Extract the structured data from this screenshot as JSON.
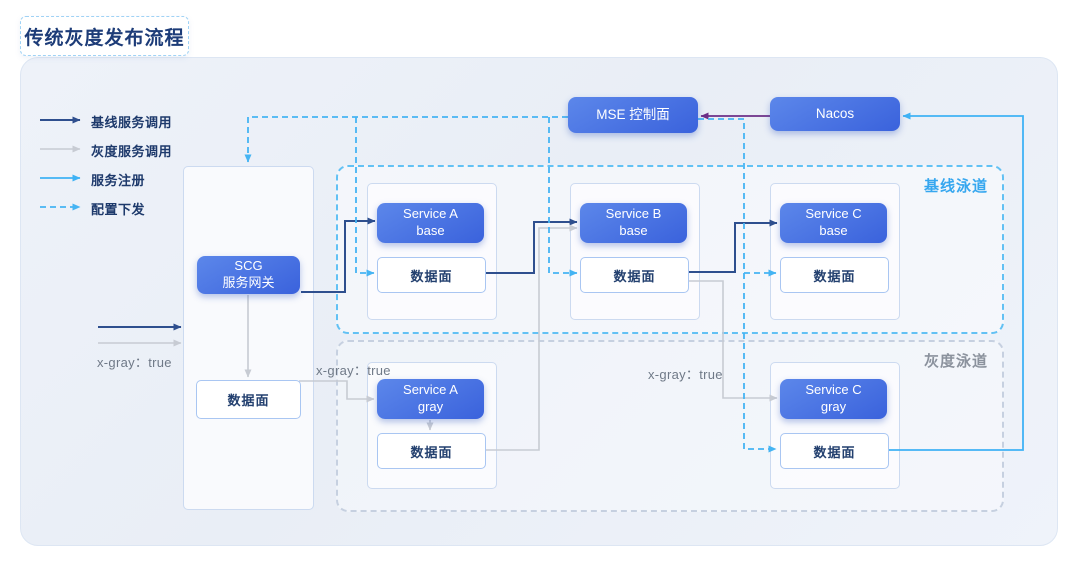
{
  "title": "传统灰度发布流程",
  "legend": {
    "items": [
      {
        "label": "基线服务调用",
        "type": "baseline-call"
      },
      {
        "label": "灰度服务调用",
        "type": "gray-call"
      },
      {
        "label": "服务注册",
        "type": "service-register"
      },
      {
        "label": "配置下发",
        "type": "config-push"
      }
    ]
  },
  "lanes": {
    "baseline": {
      "label": "基线泳道"
    },
    "gray": {
      "label": "灰度泳道"
    }
  },
  "nodes": {
    "mse": {
      "label": "MSE 控制面"
    },
    "nacos": {
      "label": "Nacos"
    },
    "scg": {
      "label": "SCG\n服务网关",
      "dataplane": "数据面"
    },
    "service_a_base": {
      "label": "Service A\nbase",
      "dataplane": "数据面"
    },
    "service_b_base": {
      "label": "Service B\nbase",
      "dataplane": "数据面"
    },
    "service_c_base": {
      "label": "Service C\nbase",
      "dataplane": "数据面"
    },
    "service_a_gray": {
      "label": "Service A\ngray",
      "dataplane": "数据面"
    },
    "service_c_gray": {
      "label": "Service C\ngray",
      "dataplane": "数据面"
    }
  },
  "annotations": {
    "xgray_gateway": "x-gray：true",
    "xgray_service_a": "x-gray：true",
    "xgray_service_c": "x-gray：true"
  },
  "colors": {
    "baseline_call": "#2e4f8e",
    "gray_call": "#c7cbd3",
    "service_register": "#3fb2f5",
    "config_push": "#45b4f3",
    "nacos_mse_sync": "#6d2f87",
    "node_gradient_start": "#5c87ea",
    "node_gradient_end": "#3a62dc",
    "baseline_lane_accent": "#36a7ef",
    "gray_lane_accent": "#8b929d",
    "title_text": "#1d3c78"
  }
}
